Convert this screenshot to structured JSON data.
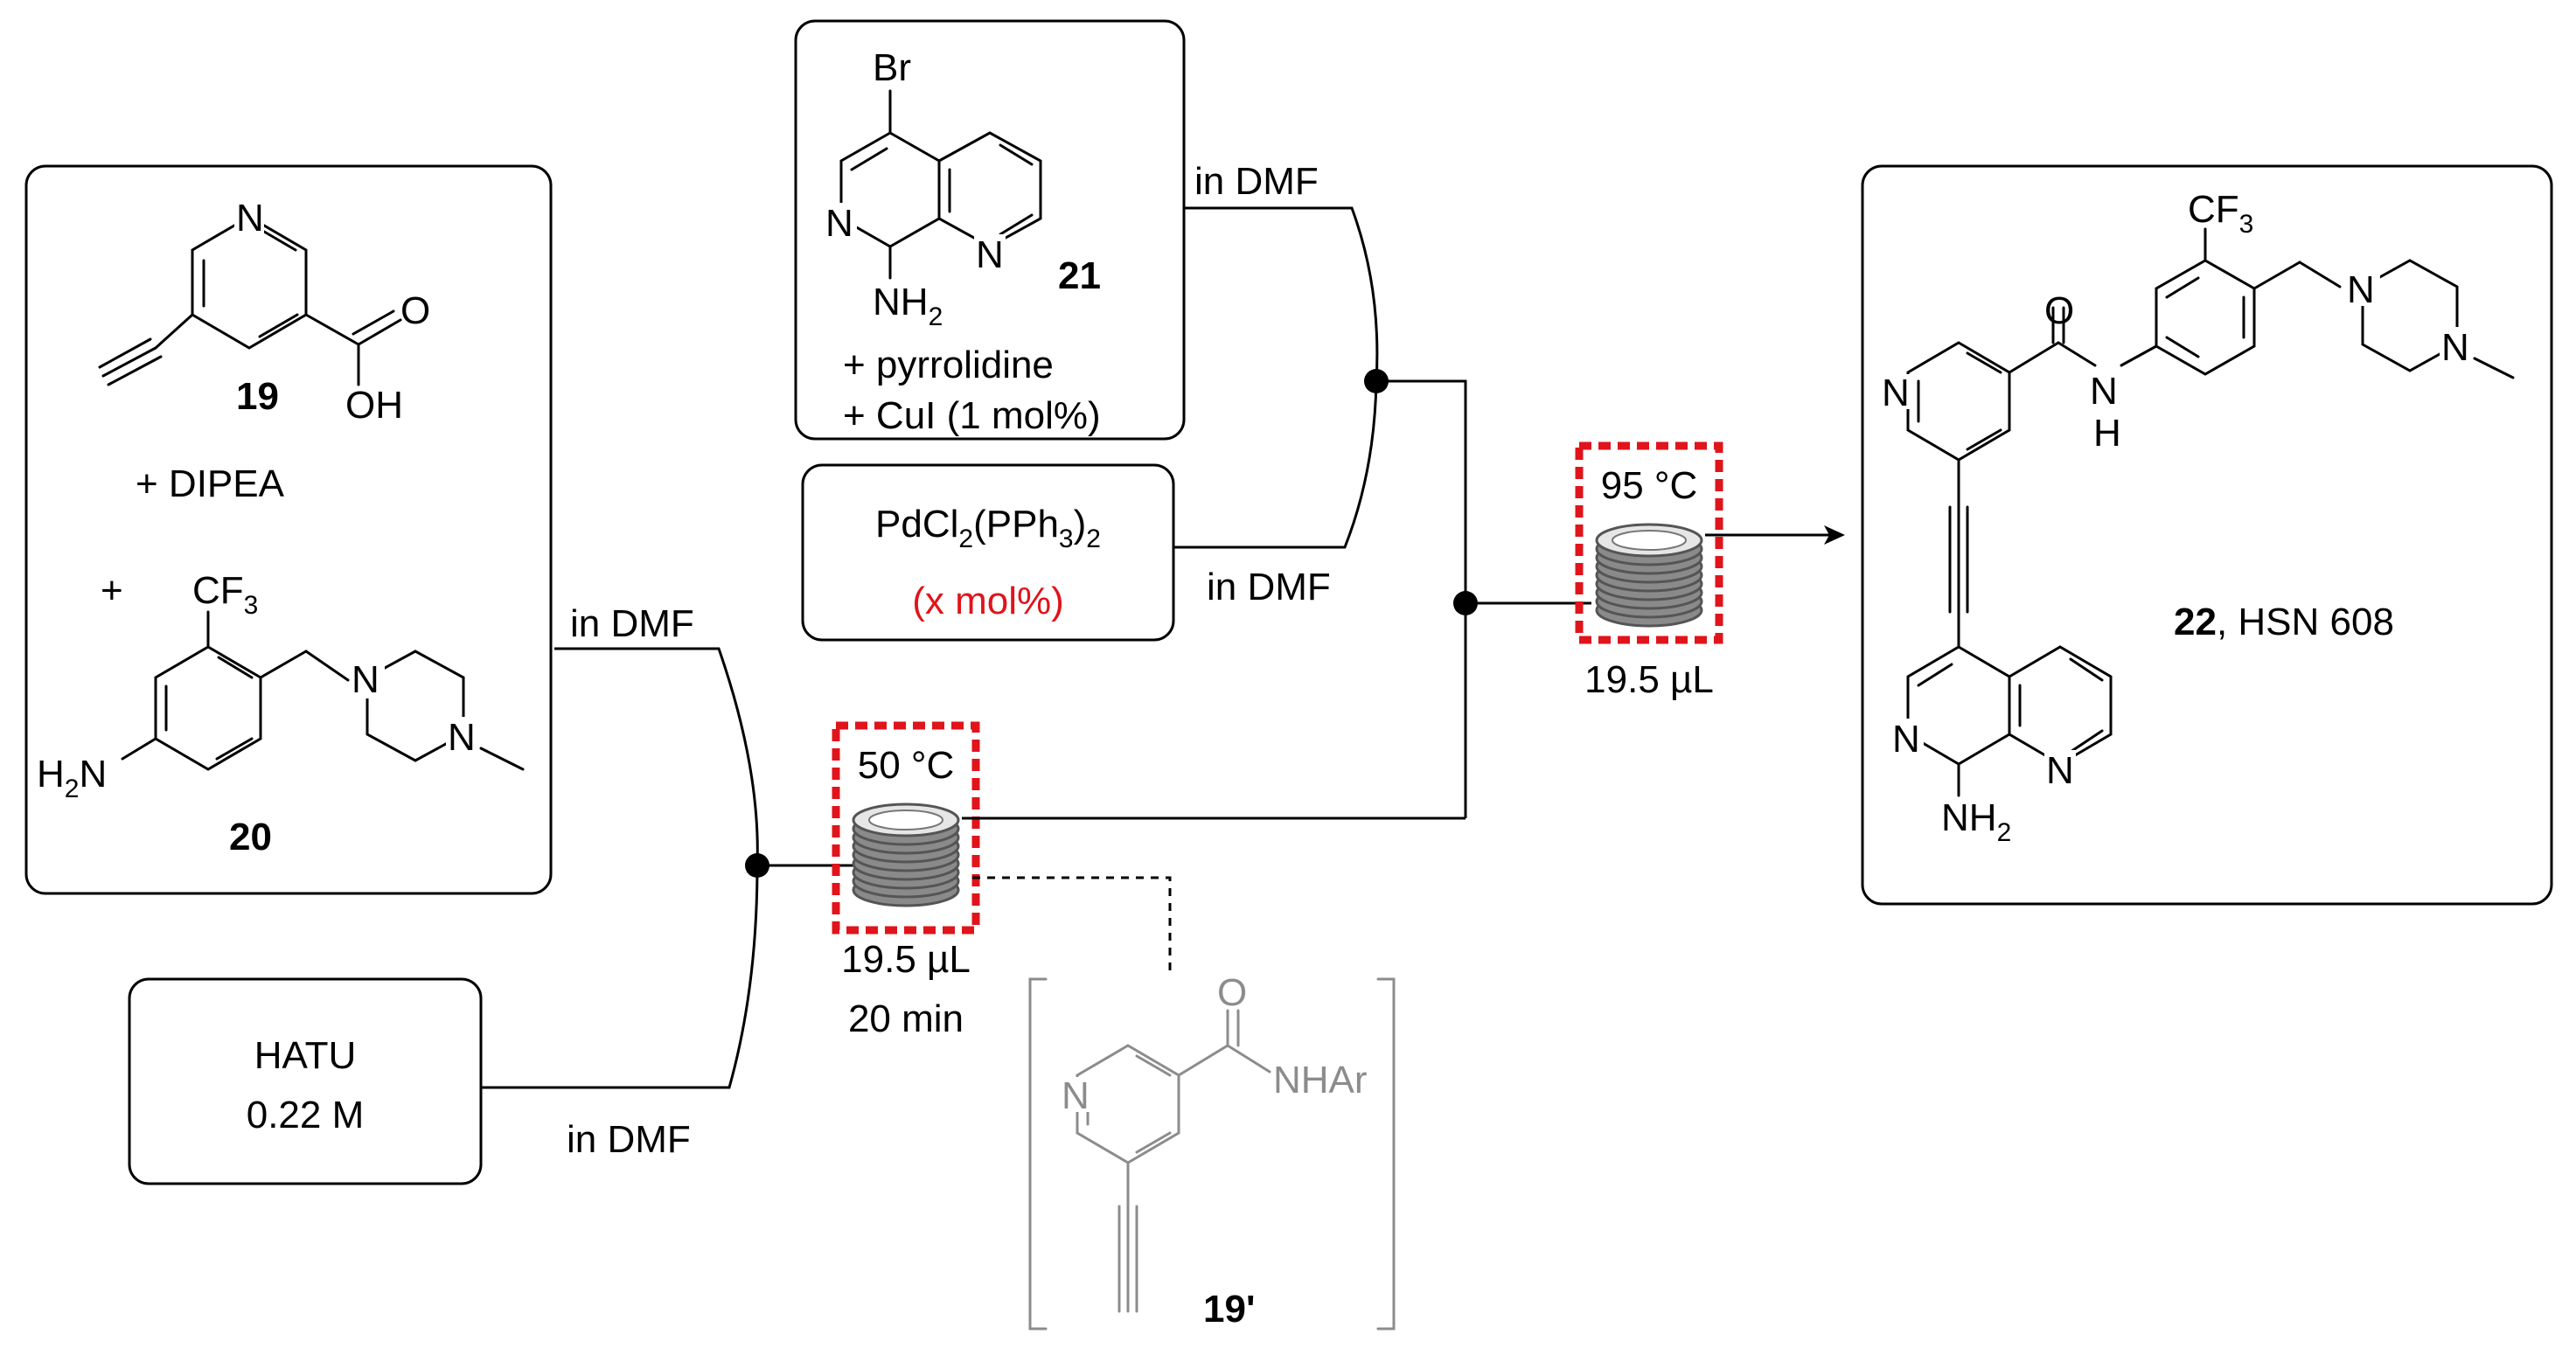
{
  "box_left": {
    "compound_19": "19",
    "dipea": "+ DIPEA",
    "plus": "+",
    "cf3_main": "CF",
    "cf3_sub": "3",
    "h2n_main": "H",
    "h2n_sub": "2",
    "h2n_tail": "N",
    "compound_20": "20",
    "n_label": "N",
    "o_label": "O",
    "oh_label": "OH"
  },
  "box_hatu": {
    "line1": "HATU",
    "line2": "0.22 M"
  },
  "box_21": {
    "br": "Br",
    "n": "N",
    "nh2_main": "NH",
    "nh2_sub": "2",
    "compound_21": "21",
    "pyrrolidine": "+ pyrrolidine",
    "cui": "+ CuI (1 mol%)"
  },
  "box_pd": {
    "pd_main": "PdCl",
    "pd_sub1": "2",
    "pd_mid": "(PPh",
    "pd_sub2": "3",
    "pd_end": ")",
    "pd_sub3": "2",
    "loading": "(x mol%)"
  },
  "labels": {
    "in_dmf_1": "in DMF",
    "in_dmf_2": "in DMF",
    "in_dmf_3": "in DMF",
    "in_dmf_4": "in DMF"
  },
  "reactor_1": {
    "temp": "50 °C",
    "volume": "19.5 µL",
    "time": "20 min"
  },
  "reactor_2": {
    "temp": "95 °C",
    "volume": "19.5 µL"
  },
  "intermediate": {
    "label": "19'",
    "nhar": "NHAr",
    "n": "N",
    "o": "O"
  },
  "product": {
    "label_bold": "22",
    "label_rest": ", HSN 608",
    "cf3_main": "CF",
    "cf3_sub": "3",
    "n": "N",
    "o": "O",
    "h": "H",
    "nh2_main": "NH",
    "nh2_sub": "2"
  },
  "colors": {
    "accent_red": "#e0141b",
    "grey": "#8c8c8c",
    "ink": "#000000"
  }
}
